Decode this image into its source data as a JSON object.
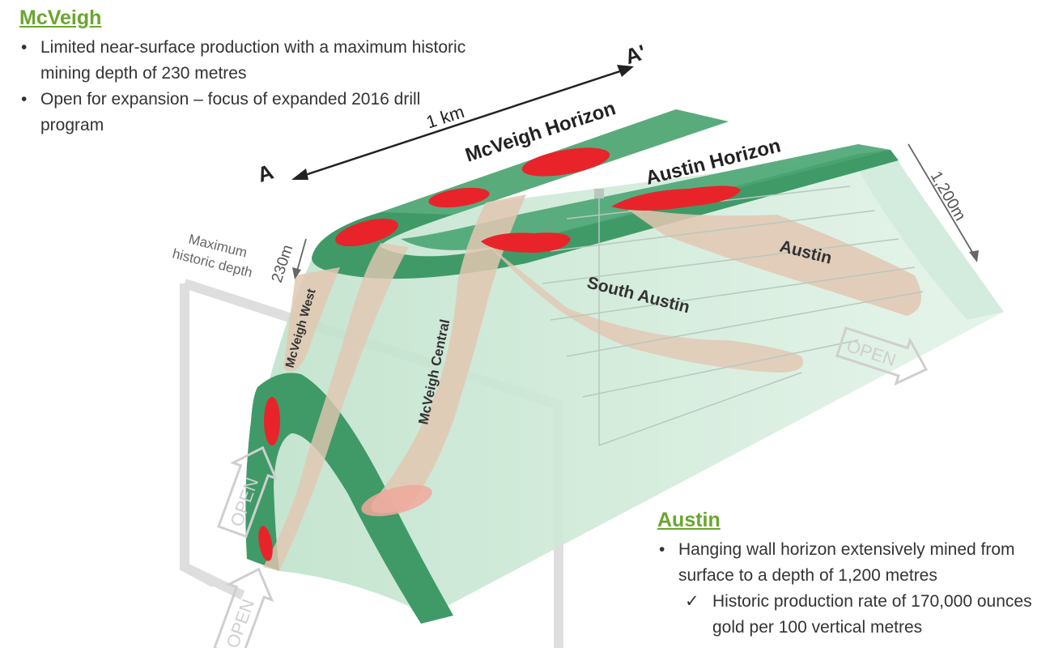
{
  "mcveigh": {
    "heading": "McVeigh",
    "bullets": [
      "Limited near-surface production with a maximum historic mining depth of 230 metres",
      "Open for expansion – focus of expanded 2016 drill program"
    ]
  },
  "austin": {
    "heading": "Austin",
    "bullets": [
      "Hanging wall horizon extensively mined from surface to a depth of 1,200 metres"
    ],
    "checks": [
      "Historic production rate of 170,000 ounces gold per 100 vertical metres"
    ]
  },
  "diagram": {
    "section_start": "A",
    "section_end": "A'",
    "length_label": "1 km",
    "depth_label_max": "1,200m",
    "depth_label_historic": "230m",
    "historic_depth_label_line1": "Maximum",
    "historic_depth_label_line2": "historic depth",
    "mcveigh_horizon": "McVeigh Horizon",
    "austin_horizon": "Austin Horizon",
    "mcveigh_west": "McVeigh West",
    "mcveigh_central": "McVeigh Central",
    "south_austin": "South Austin",
    "austin_zone": "Austin",
    "open_label": "OPEN",
    "colors": {
      "horizon_green": "#3d9a68",
      "horizon_dark": "#2e7d52",
      "volume_green": "#cfe9d8",
      "ore_shoot": "#e2c7b1",
      "mined_red": "#e8242a",
      "heading_green": "#6aa62e"
    }
  }
}
